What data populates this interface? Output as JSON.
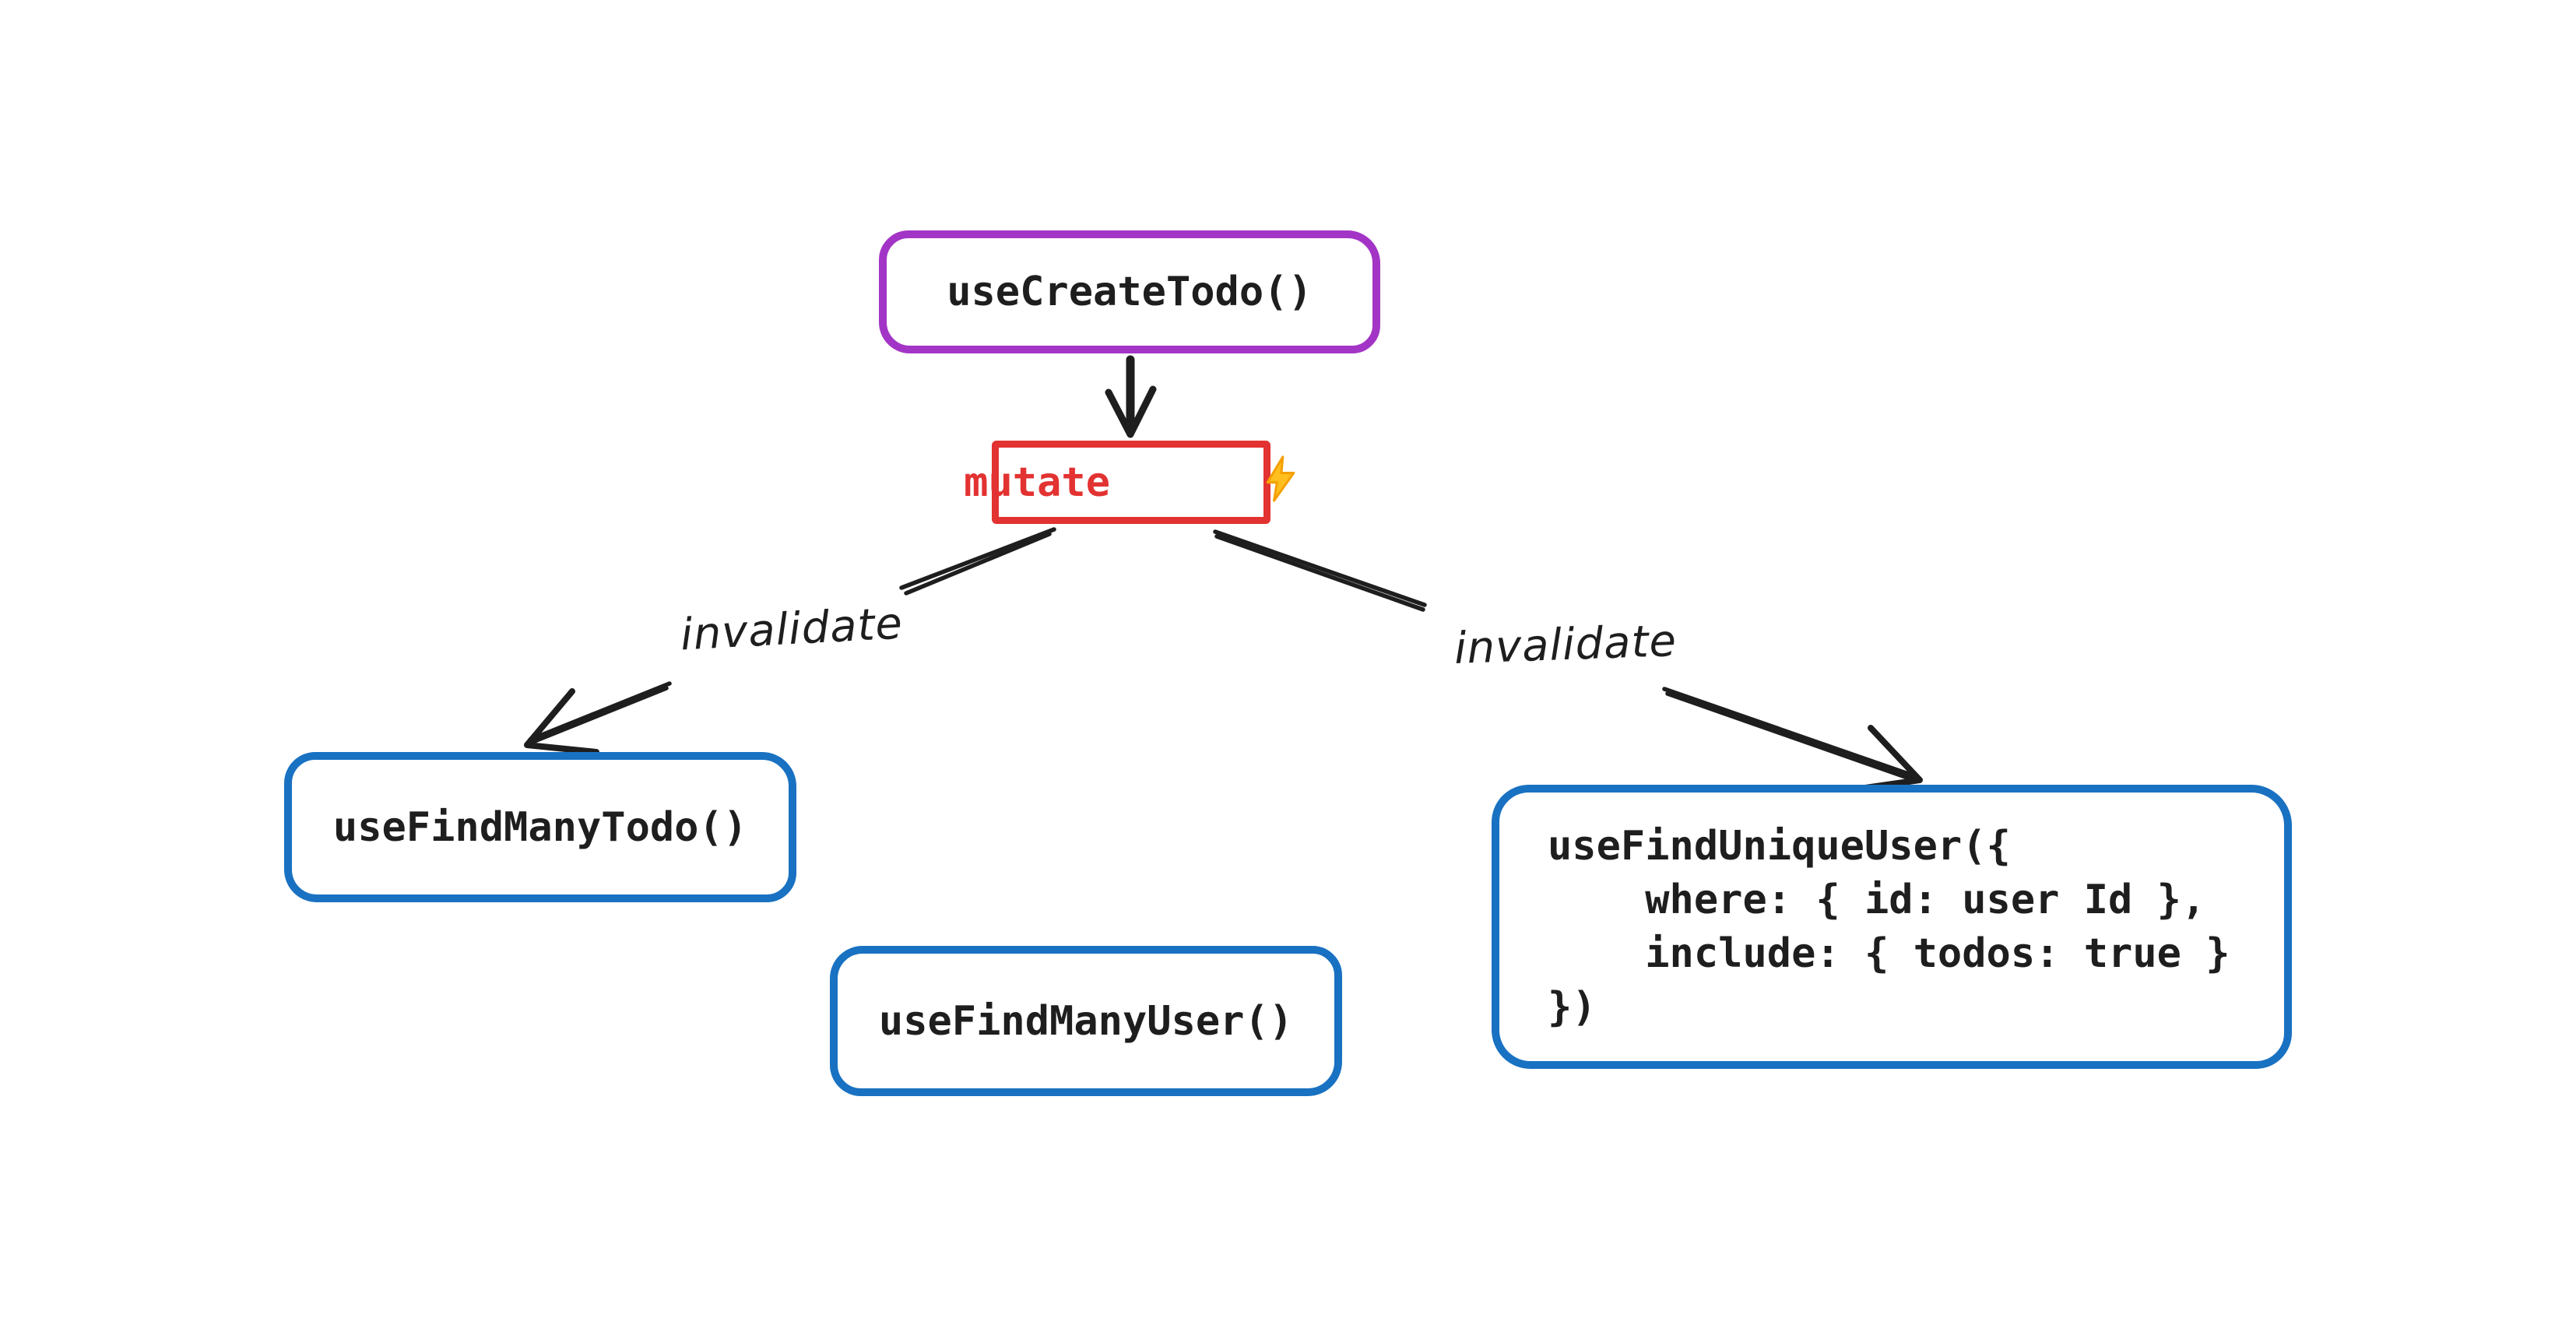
{
  "diagram": {
    "nodes": {
      "create_todo": {
        "label": "useCreateTodo()",
        "border_color": "#a335c6"
      },
      "mutate": {
        "label": "mutate",
        "border_color": "#e23231",
        "text_color": "#e23231",
        "icon": "lightning-bolt"
      },
      "find_many_todo": {
        "label": "useFindManyTodo()",
        "border_color": "#1971c2"
      },
      "find_many_user": {
        "label": "useFindManyUser()",
        "border_color": "#1971c2"
      },
      "find_unique_user": {
        "border_color": "#1971c2",
        "lines": [
          "useFindUniqueUser({",
          "    where: { id: user Id },",
          "    include: { todos: true }",
          "})"
        ]
      }
    },
    "edges": {
      "mutate_to_find_many_todo": {
        "label": "invalidate"
      },
      "mutate_to_find_unique_user": {
        "label": "invalidate"
      }
    },
    "colors": {
      "text": "#1e1e1e",
      "arrow": "#1e1e1e",
      "background": "#ffffff",
      "purple": "#a335c6",
      "red": "#e23231",
      "blue": "#1971c2",
      "bolt_fill": "#ffbf1f",
      "bolt_stroke": "#f59f00"
    }
  }
}
